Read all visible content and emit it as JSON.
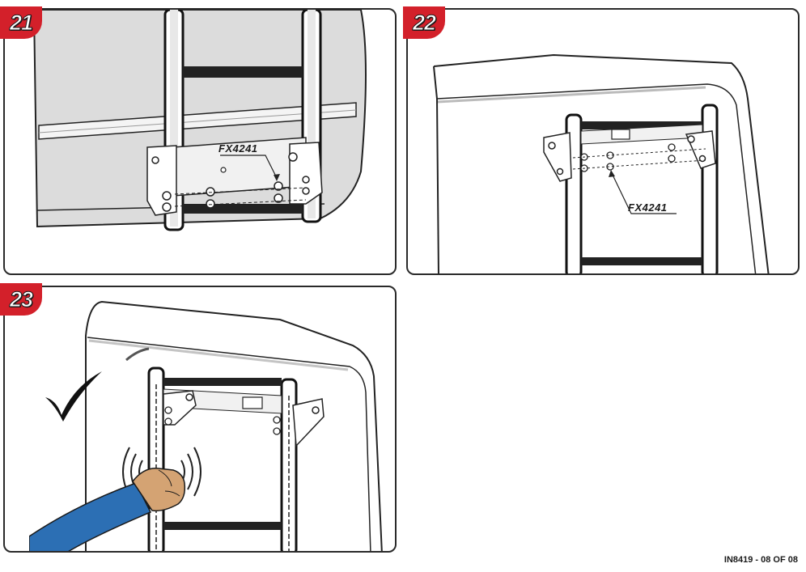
{
  "steps": [
    {
      "number": "21"
    },
    {
      "number": "22"
    },
    {
      "number": "23"
    }
  ],
  "part_code": "FX4241",
  "footer": "IN8419 - 08 OF 08",
  "colors": {
    "badge": "#d3202a",
    "sleeve": "#2c6fb4",
    "hand": "#d4a373",
    "outline": "#1a1a1a"
  },
  "icons": [
    "checkmark-icon",
    "vibration-icon"
  ]
}
